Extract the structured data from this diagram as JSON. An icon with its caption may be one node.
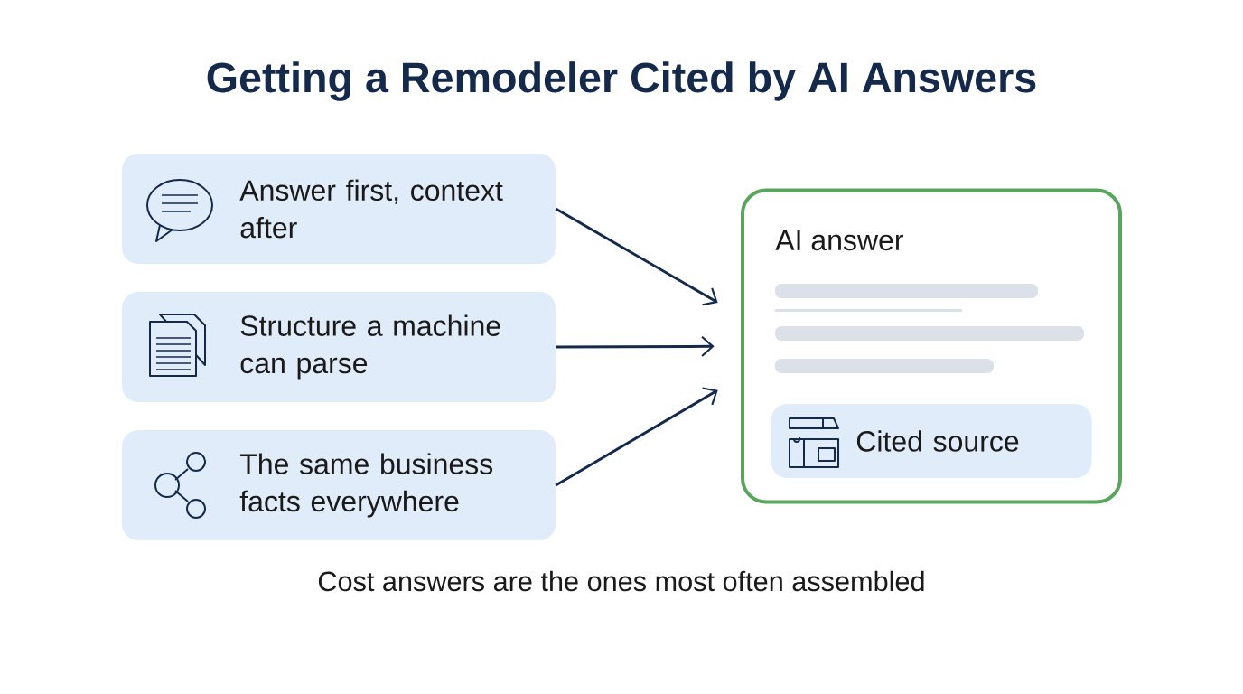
{
  "diagram": {
    "title": "Getting a Remodeler Cited by AI Answers",
    "caption": "Cost answers are the ones most often assembled",
    "nodes": [
      {
        "text": [
          "Answer first, context after"
        ]
      },
      {
        "text": [
          "Structure a machine can parse"
        ]
      },
      {
        "text": [
          "The same business facts everywhere"
        ]
      },
      {
        "text": [
          "AI answer"
        ]
      },
      {
        "text": [
          "Cited source"
        ],
        "in": 3
      }
    ],
    "edges": [
      {
        "from": 0,
        "to": 3,
        "arrow": "to"
      },
      {
        "from": 1,
        "to": 3,
        "arrow": "to"
      },
      {
        "from": 2,
        "to": 3,
        "arrow": "to"
      }
    ]
  }
}
